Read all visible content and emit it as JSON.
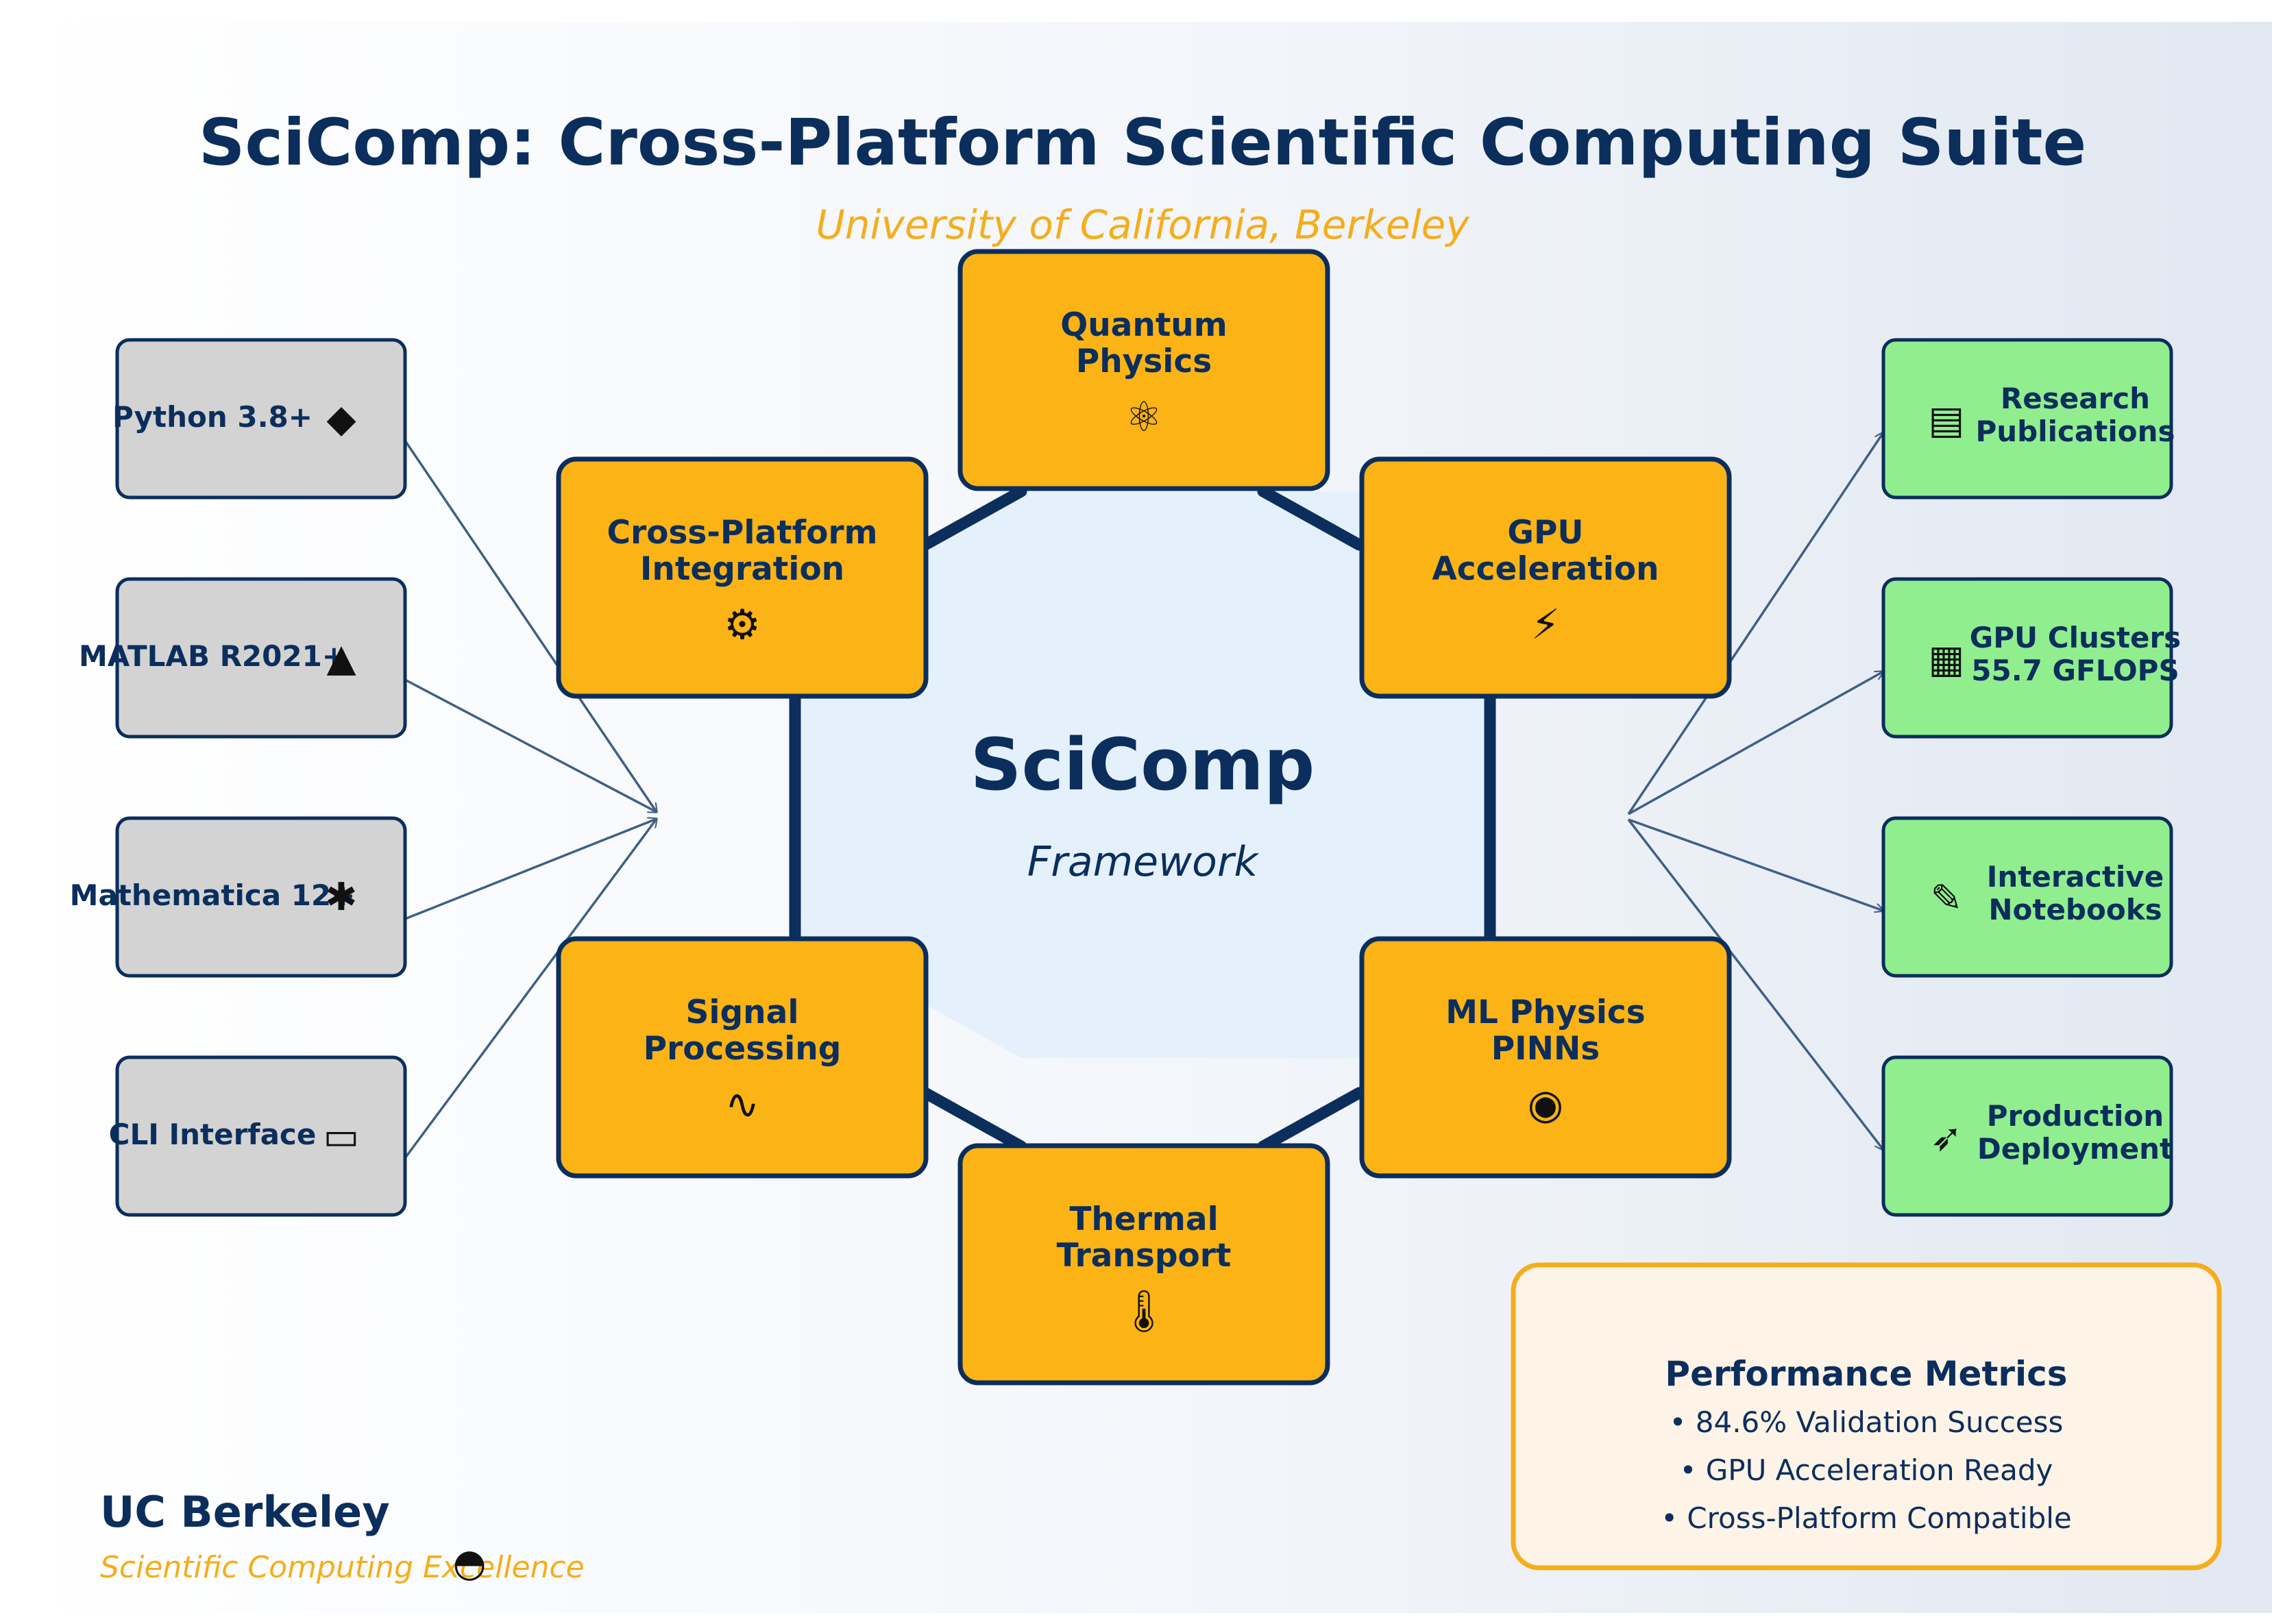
{
  "header": {
    "title": "SciComp: Cross-Platform Scientific Computing Suite",
    "subtitle": "University of California, Berkeley"
  },
  "center": {
    "title": "SciComp",
    "subtitle": "Framework"
  },
  "modules": [
    {
      "lines": [
        "Quantum",
        "Physics"
      ],
      "icon": "atom-icon",
      "glyph": "⚛"
    },
    {
      "lines": [
        "GPU",
        "Acceleration"
      ],
      "icon": "lightning-icon",
      "glyph": "⚡"
    },
    {
      "lines": [
        "ML Physics",
        "PINNs"
      ],
      "icon": "robot-icon",
      "glyph": "◉"
    },
    {
      "lines": [
        "Thermal",
        "Transport"
      ],
      "icon": "thermometer-icon",
      "glyph": "🌡"
    },
    {
      "lines": [
        "Signal",
        "Processing"
      ],
      "icon": "signal-wave-icon",
      "glyph": "∿"
    },
    {
      "lines": [
        "Cross-Platform",
        "Integration"
      ],
      "icon": "gear-icon",
      "glyph": "⚙"
    }
  ],
  "inputs": [
    {
      "label": "Python 3.8+",
      "icon": "python-icon",
      "glyph": "◆"
    },
    {
      "label": "MATLAB R2021+",
      "icon": "matlab-icon",
      "glyph": "▲"
    },
    {
      "label": "Mathematica 12+",
      "icon": "mathematica-icon",
      "glyph": "✱"
    },
    {
      "label": "CLI Interface",
      "icon": "terminal-icon",
      "glyph": "▭"
    }
  ],
  "outputs": [
    {
      "lines": [
        "Research",
        "Publications"
      ],
      "icon": "document-icon",
      "glyph": "▤"
    },
    {
      "lines": [
        "GPU Clusters",
        "55.7 GFLOPS"
      ],
      "icon": "server-icon",
      "glyph": "▦"
    },
    {
      "lines": [
        "Interactive",
        "Notebooks"
      ],
      "icon": "notebook-icon",
      "glyph": "✎"
    },
    {
      "lines": [
        "Production",
        "Deployment"
      ],
      "icon": "rocket-icon",
      "glyph": "➶"
    }
  ],
  "metrics": {
    "title": "Performance Metrics",
    "items": [
      "• 84.6% Validation Success",
      "• GPU Acceleration Ready",
      "• Cross-Platform Compatible"
    ]
  },
  "footer": {
    "brand": "UC Berkeley",
    "tagline": "Scientific Computing Excellence",
    "icon": "bear-icon",
    "glyph": "◓"
  },
  "colors": {
    "navy": "#0b2e5c",
    "gold": "#fbb316",
    "input_gray": "#d3d3d3",
    "output_green": "#90ee8f",
    "center_fill": "#e4f1fc",
    "metrics_fill": "#fdf3e6"
  }
}
